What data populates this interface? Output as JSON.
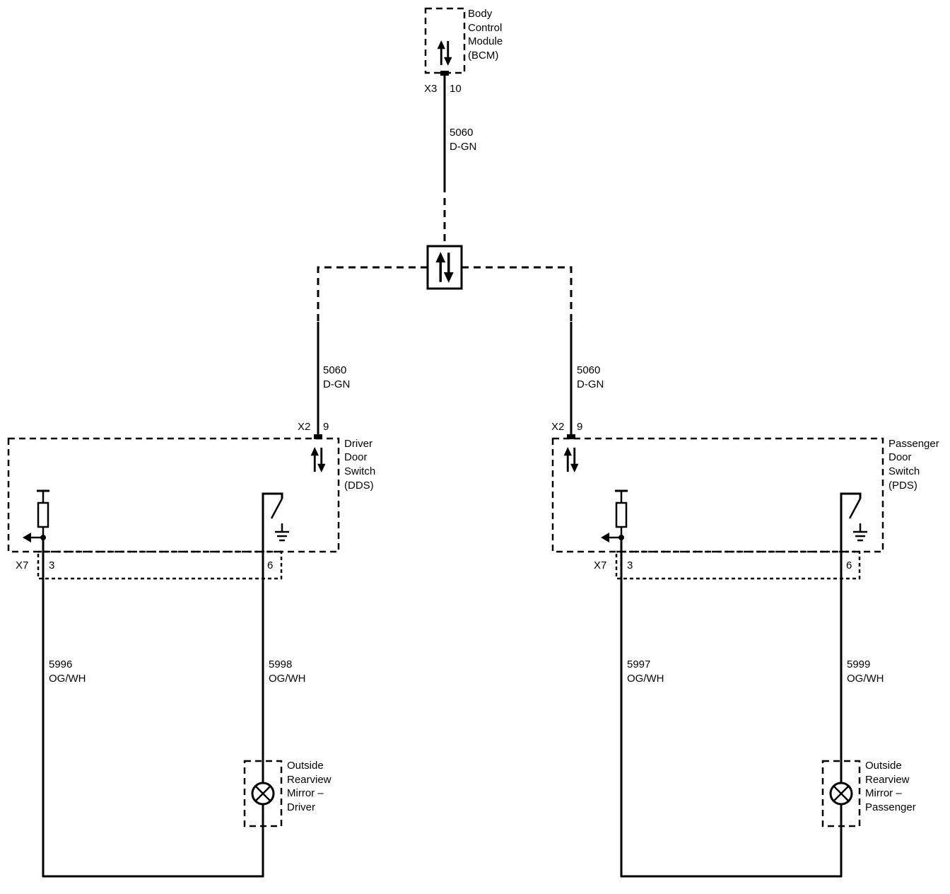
{
  "bcm": {
    "label_lines": [
      "Body",
      "Control",
      "Module",
      "(BCM)"
    ],
    "connector": "X3",
    "pin": "10"
  },
  "wire_top": {
    "circuit": "5060",
    "color": "D-GN"
  },
  "driver": {
    "wire": {
      "circuit": "5060",
      "color": "D-GN"
    },
    "upper_connector": "X2",
    "upper_pin": "9",
    "label_lines": [
      "Driver",
      "Door",
      "Switch",
      "(DDS)"
    ],
    "lower_connector": "X7",
    "pin_left": "3",
    "pin_right": "6",
    "wire_left": {
      "circuit": "5996",
      "color": "OG/WH"
    },
    "wire_right": {
      "circuit": "5998",
      "color": "OG/WH"
    },
    "mirror_lines": [
      "Outside",
      "Rearview",
      "Mirror –",
      "Driver"
    ]
  },
  "passenger": {
    "wire": {
      "circuit": "5060",
      "color": "D-GN"
    },
    "upper_connector": "X2",
    "upper_pin": "9",
    "label_lines": [
      "Passenger",
      "Door",
      "Switch",
      "(PDS)"
    ],
    "lower_connector": "X7",
    "pin_left": "3",
    "pin_right": "6",
    "wire_left": {
      "circuit": "5997",
      "color": "OG/WH"
    },
    "wire_right": {
      "circuit": "5999",
      "color": "OG/WH"
    },
    "mirror_lines": [
      "Outside",
      "Rearview",
      "Mirror –",
      "Passenger"
    ]
  }
}
